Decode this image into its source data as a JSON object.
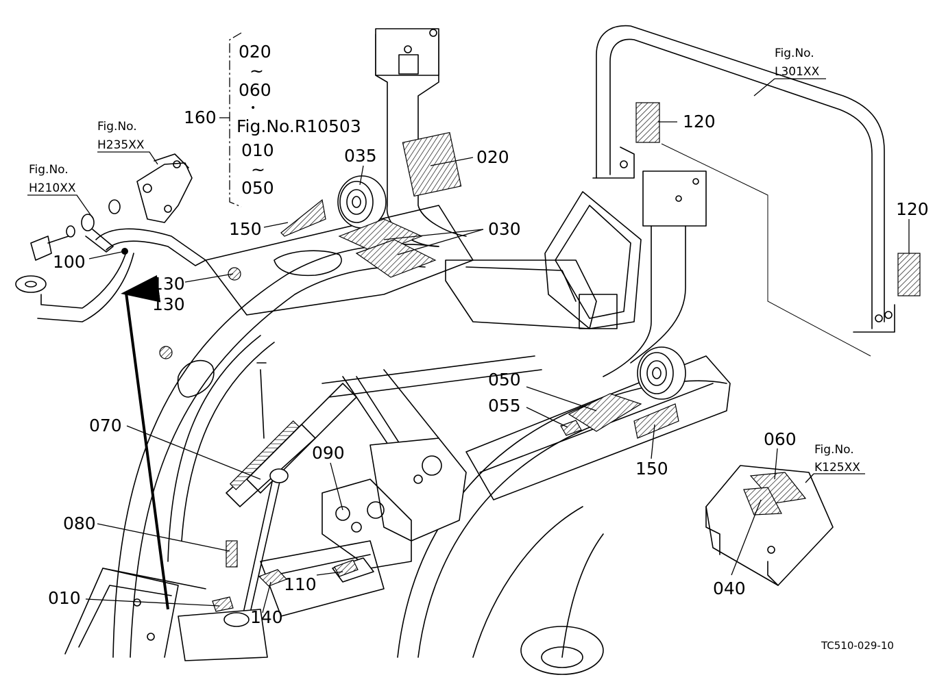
{
  "diagram": {
    "drawing_code": "TC510-029-10",
    "callouts": {
      "c010": "010",
      "c020": "020",
      "c030": "030",
      "c035": "035",
      "c040": "040",
      "c050": "050",
      "c055": "055",
      "c060": "060",
      "c070": "070",
      "c080": "080",
      "c090": "090",
      "c100": "100",
      "c110": "110",
      "c120a": "120",
      "c120b": "120",
      "c130a": "130",
      "c130b": "130",
      "c140": "140",
      "c150a": "150",
      "c150b": "150",
      "c160": "160"
    },
    "group_160": {
      "line1": "020",
      "tilde1": "~",
      "line2": "060",
      "dot": "•",
      "line3": "Fig.No.R10503",
      "line4": "010",
      "tilde2": "~",
      "line5": "050"
    },
    "fig_refs": {
      "h235": {
        "label": "Fig.No.",
        "code": "H235XX"
      },
      "h210": {
        "label": "Fig.No.",
        "code": "H210XX"
      },
      "l301": {
        "label": "Fig.No.",
        "code": "L301XX"
      },
      "k125": {
        "label": "Fig.No.",
        "code": "K125XX"
      }
    }
  }
}
